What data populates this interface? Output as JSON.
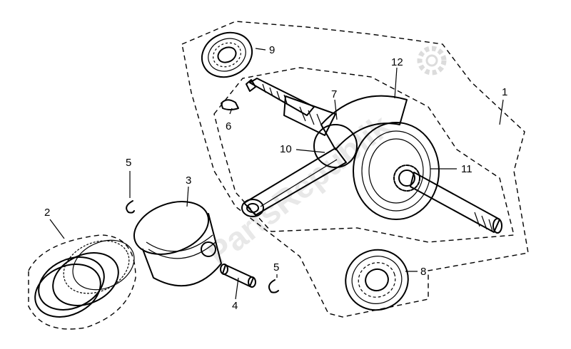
{
  "watermark": "PartsRepublik",
  "callouts": {
    "p1": "1",
    "p2": "2",
    "p3": "3",
    "p4": "4",
    "p5a": "5",
    "p5b": "5",
    "p6": "6",
    "p7": "7",
    "p8": "8",
    "p9": "9",
    "p10": "10",
    "p11": "11",
    "p12": "12"
  }
}
